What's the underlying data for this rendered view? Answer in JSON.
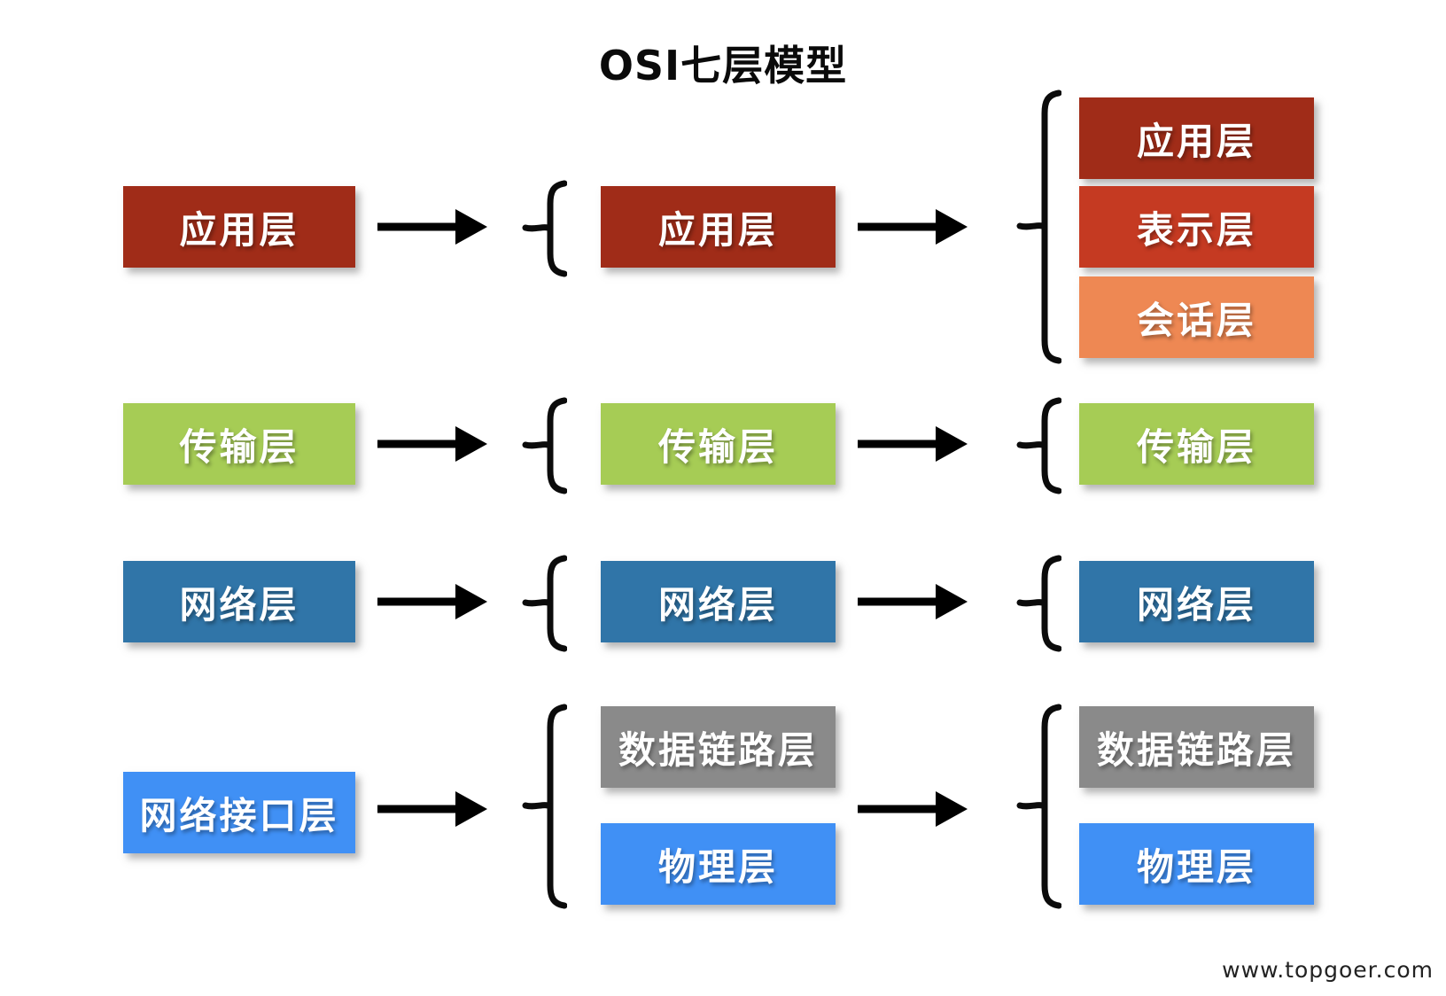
{
  "title": "OSI七层模型",
  "watermark": "www.topgoer.com",
  "colors": {
    "application_layer": "#A02C18",
    "presentation_layer": "#C53A22",
    "session_layer": "#EE8853",
    "transport_layer": "#A6CC55",
    "network_layer": "#3075A8",
    "data_link_layer": "#8A8A8A",
    "physical_layer": "#4090F5",
    "network_interface_layer": "#4090F5",
    "arrow": "#000000",
    "brace": "#0b0b0b",
    "background": "#ffffff"
  },
  "columns": [
    {
      "id": "left-4-layer-model",
      "boxes": [
        {
          "label": "应用层",
          "color": "#A02C18"
        },
        {
          "label": "传输层",
          "color": "#A6CC55"
        },
        {
          "label": "网络层",
          "color": "#3075A8"
        },
        {
          "label": "网络接口层",
          "color": "#4090F5"
        }
      ]
    },
    {
      "id": "middle-5-layer-model",
      "boxes": [
        {
          "label": "应用层",
          "color": "#A02C18"
        },
        {
          "label": "传输层",
          "color": "#A6CC55"
        },
        {
          "label": "网络层",
          "color": "#3075A8"
        },
        {
          "label": "数据链路层",
          "color": "#8A8A8A"
        },
        {
          "label": "物理层",
          "color": "#4090F5"
        }
      ]
    },
    {
      "id": "right-7-layer-model",
      "boxes": [
        {
          "label": "应用层",
          "color": "#A02C18"
        },
        {
          "label": "表示层",
          "color": "#C53A22"
        },
        {
          "label": "会话层",
          "color": "#EE8853"
        },
        {
          "label": "传输层",
          "color": "#A6CC55"
        },
        {
          "label": "网络层",
          "color": "#3075A8"
        },
        {
          "label": "数据链路层",
          "color": "#8A8A8A"
        },
        {
          "label": "物理层",
          "color": "#4090F5"
        }
      ]
    }
  ]
}
